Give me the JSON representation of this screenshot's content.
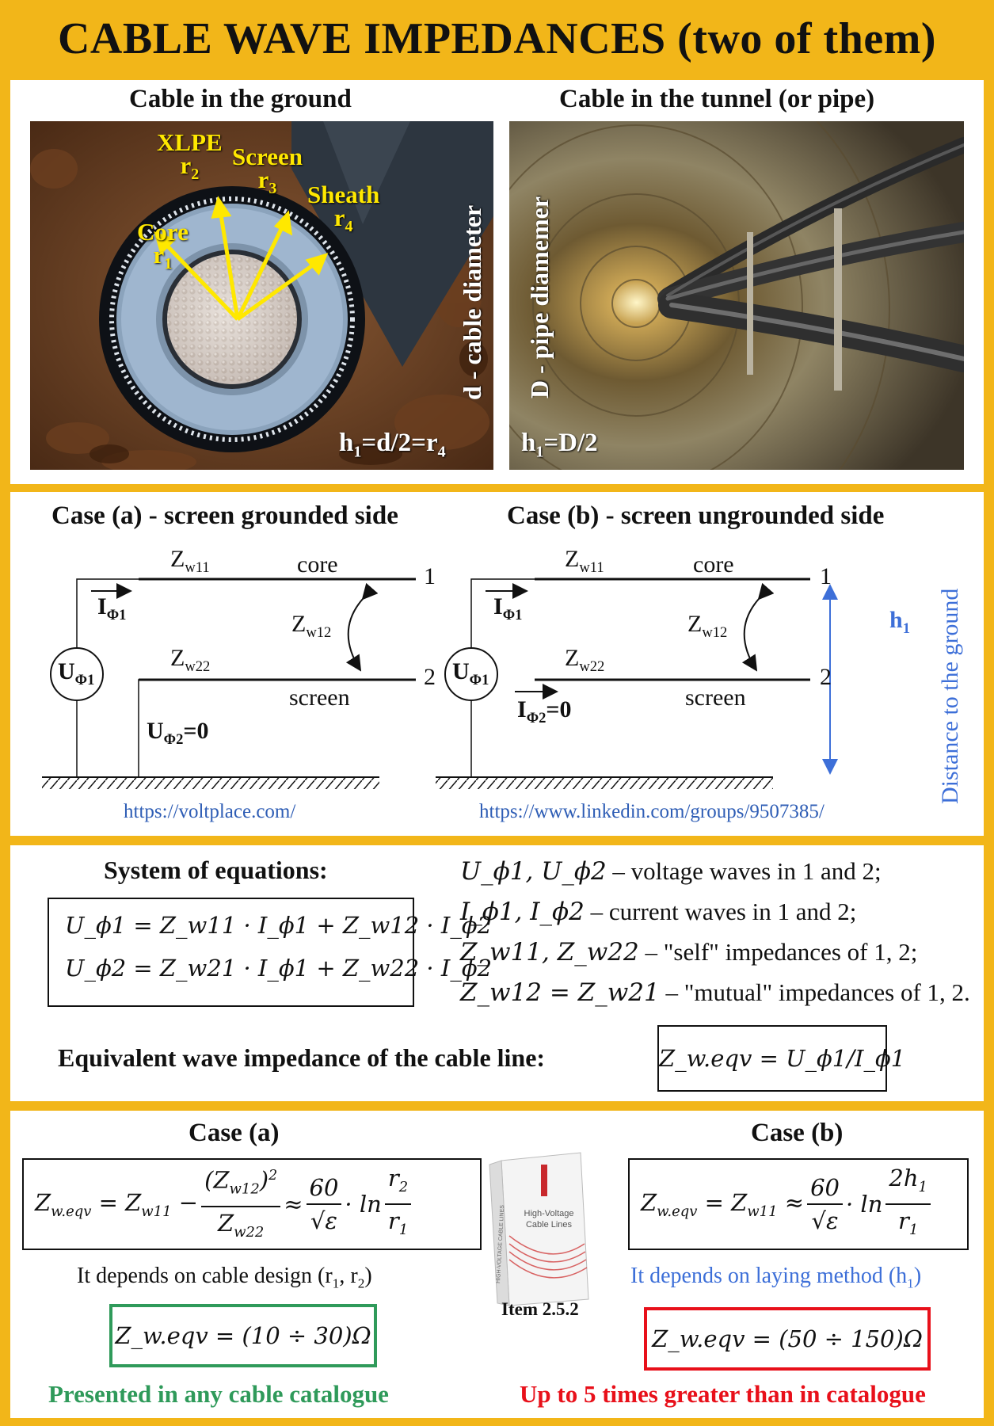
{
  "title": "CABLE WAVE IMPEDANCES (two of them)",
  "photos": {
    "left": {
      "heading": "Cable in the ground",
      "labels": {
        "xlpe": "XLPE",
        "xlpe_r": "r",
        "xlpe_sub": "2",
        "screen": "Screen",
        "screen_r": "r",
        "screen_sub": "3",
        "sheath": "Sheath",
        "sheath_r": "r",
        "sheath_sub": "4",
        "core": "Core",
        "core_r": "r",
        "core_sub": "1"
      },
      "vertical_label": "d - cable diameter",
      "h_label_a": "h",
      "h_label_sub": "1",
      "h_label_b": "=d/2=r",
      "h_label_sub2": "4"
    },
    "right": {
      "heading": "Cable in the tunnel (or pipe)",
      "vertical_label": "D - pipe diamemer",
      "h_label_a": "h",
      "h_label_sub": "1",
      "h_label_b": "=D/2"
    }
  },
  "circuits": {
    "a": {
      "heading": "Case (a) - screen grounded side",
      "zw11": "Z",
      "zw11_sub": "w11",
      "core": "core",
      "node1": "1",
      "current": "I",
      "current_sub": "Φ1",
      "zw12": "Z",
      "zw12_sub": "w12",
      "source": "U",
      "source_sub": "Φ1",
      "zw22": "Z",
      "zw22_sub": "w22",
      "screen": "screen",
      "node2": "2",
      "u2": "U",
      "u2_sub": "Φ2",
      "u2_val": "=0",
      "link": "https://voltplace.com/"
    },
    "b": {
      "heading": "Case (b) - screen ungrounded side",
      "zw11": "Z",
      "zw11_sub": "w11",
      "core": "core",
      "node1": "1",
      "current": "I",
      "current_sub": "Φ1",
      "zw12": "Z",
      "zw12_sub": "w12",
      "source": "U",
      "source_sub": "Φ1",
      "zw22": "Z",
      "zw22_sub": "w22",
      "screen": "screen",
      "node2": "2",
      "i2": "I",
      "i2_sub": "Φ2",
      "i2_val": "=0",
      "link": "https://www.linkedin.com/groups/9507385/"
    },
    "h1_label": "h",
    "h1_sub": "1",
    "distance_label": "Distance to the ground"
  },
  "equations": {
    "heading": "System of equations:",
    "eq1": "U_ϕ1 = Z_w11 · I_ϕ1 + Z_w12 · I_ϕ2",
    "eq2": "U_ϕ2 = Z_w21 · I_ϕ1 + Z_w22 · I_ϕ2",
    "legend1_sym": "U_ϕ1, U_ϕ2",
    "legend1_text": " – voltage waves in 1 and 2;",
    "legend2_sym": "I_ϕ1, I_ϕ2",
    "legend2_text": " – current waves in 1 and 2;",
    "legend3_sym": "Z_w11, Z_w22",
    "legend3_text": " – \"self\" impedances of 1, 2;",
    "legend4_sym": "Z_w12 = Z_w21",
    "legend4_text": " – \"mutual\" impedances of 1, 2.",
    "eqv_label": "Equivalent wave impedance of the cable line:",
    "eqv_formula": "Z_w.eqv = U_ϕ1/I_ϕ1"
  },
  "cases": {
    "a": {
      "heading": "Case (a)",
      "formula": "Z_w.eqv = Z_w11 − (Z_w12)^2/Z_w22 ≈ 60/√ε · ln r2/r1",
      "depends_a": "It depends on cable design (r",
      "depends_sub1": "1",
      "depends_b": ", r",
      "depends_sub2": "2",
      "depends_c": ")",
      "range": "Z_w.eqv = (10 ÷ 30)Ω",
      "note": "Presented in any cable catalogue",
      "note_color": "#2f9a5a"
    },
    "b": {
      "heading": "Case (b)",
      "formula": "Z_w.eqv = Z_w11 ≈ 60/√ε · ln 2h1/r1",
      "depends_a": "It depends on laying method (h",
      "depends_sub": "1",
      "depends_b": ")",
      "range": "Z_w.eqv = (50 ÷ 150)Ω",
      "note": "Up to 5 times greater than in catalogue",
      "note_color": "#e8101a"
    },
    "book": {
      "cover_line1": "High-Voltage",
      "cover_line2": "Cable Lines",
      "spine": "HIGH-VOLTAGE CABLE LINES",
      "caption": "Item 2.5.2"
    }
  },
  "colors": {
    "frame": "#f2b619",
    "photo_label": "#ffe800",
    "link": "#2e5db5",
    "h1": "#3d6fd8",
    "box_a": "#2f9a5a",
    "box_b": "#e8101a"
  }
}
